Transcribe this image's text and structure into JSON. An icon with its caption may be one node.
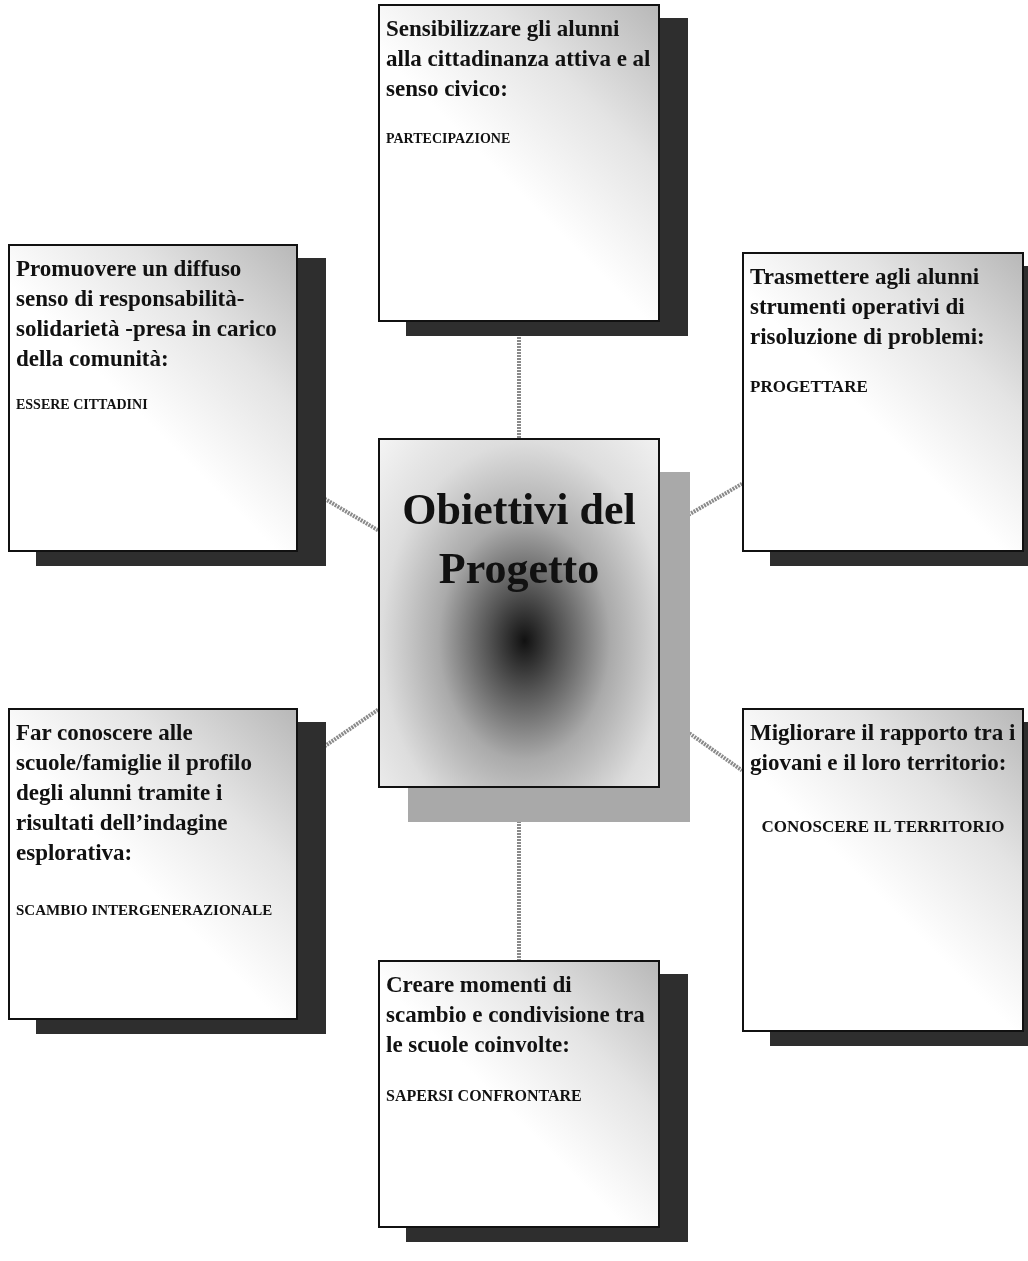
{
  "diagram": {
    "nodes": [
      {
        "text": [
          "Obiettivi del Progetto"
        ]
      },
      {
        "text": [
          "Sensibilizzare gli alunni alla cittadinanza attiva e al senso civico:",
          "PARTECIPAZIONE"
        ]
      },
      {
        "text": [
          "Promuovere un diffuso senso di responsabilità-solidarietà -presa in carico della comunità:",
          "ESSERE CITTADINI"
        ]
      },
      {
        "text": [
          "Trasmettere agli alunni strumenti operativi di risoluzione di problemi:",
          "PROGETTARE"
        ]
      },
      {
        "text": [
          "Far conoscere alle scuole/famiglie il profilo degli alunni tramite i risultati dell’indagine esplorativa:",
          "SCAMBIO INTERGENERAZIONALE"
        ]
      },
      {
        "text": [
          "Migliorare il rapporto tra i giovani e il loro territorio:",
          "CONOSCERE IL TERRITORIO"
        ]
      },
      {
        "text": [
          "Creare momenti di scambio e condivisione tra le scuole coinvolte:",
          "SAPERSI CONFRONTARE"
        ]
      }
    ],
    "edges": [
      {
        "from": 0,
        "to": 1,
        "arrow": "none"
      },
      {
        "from": 0,
        "to": 2,
        "arrow": "none"
      },
      {
        "from": 0,
        "to": 3,
        "arrow": "none"
      },
      {
        "from": 0,
        "to": 4,
        "arrow": "none"
      },
      {
        "from": 0,
        "to": 5,
        "arrow": "none"
      },
      {
        "from": 0,
        "to": 6,
        "arrow": "none"
      }
    ]
  }
}
